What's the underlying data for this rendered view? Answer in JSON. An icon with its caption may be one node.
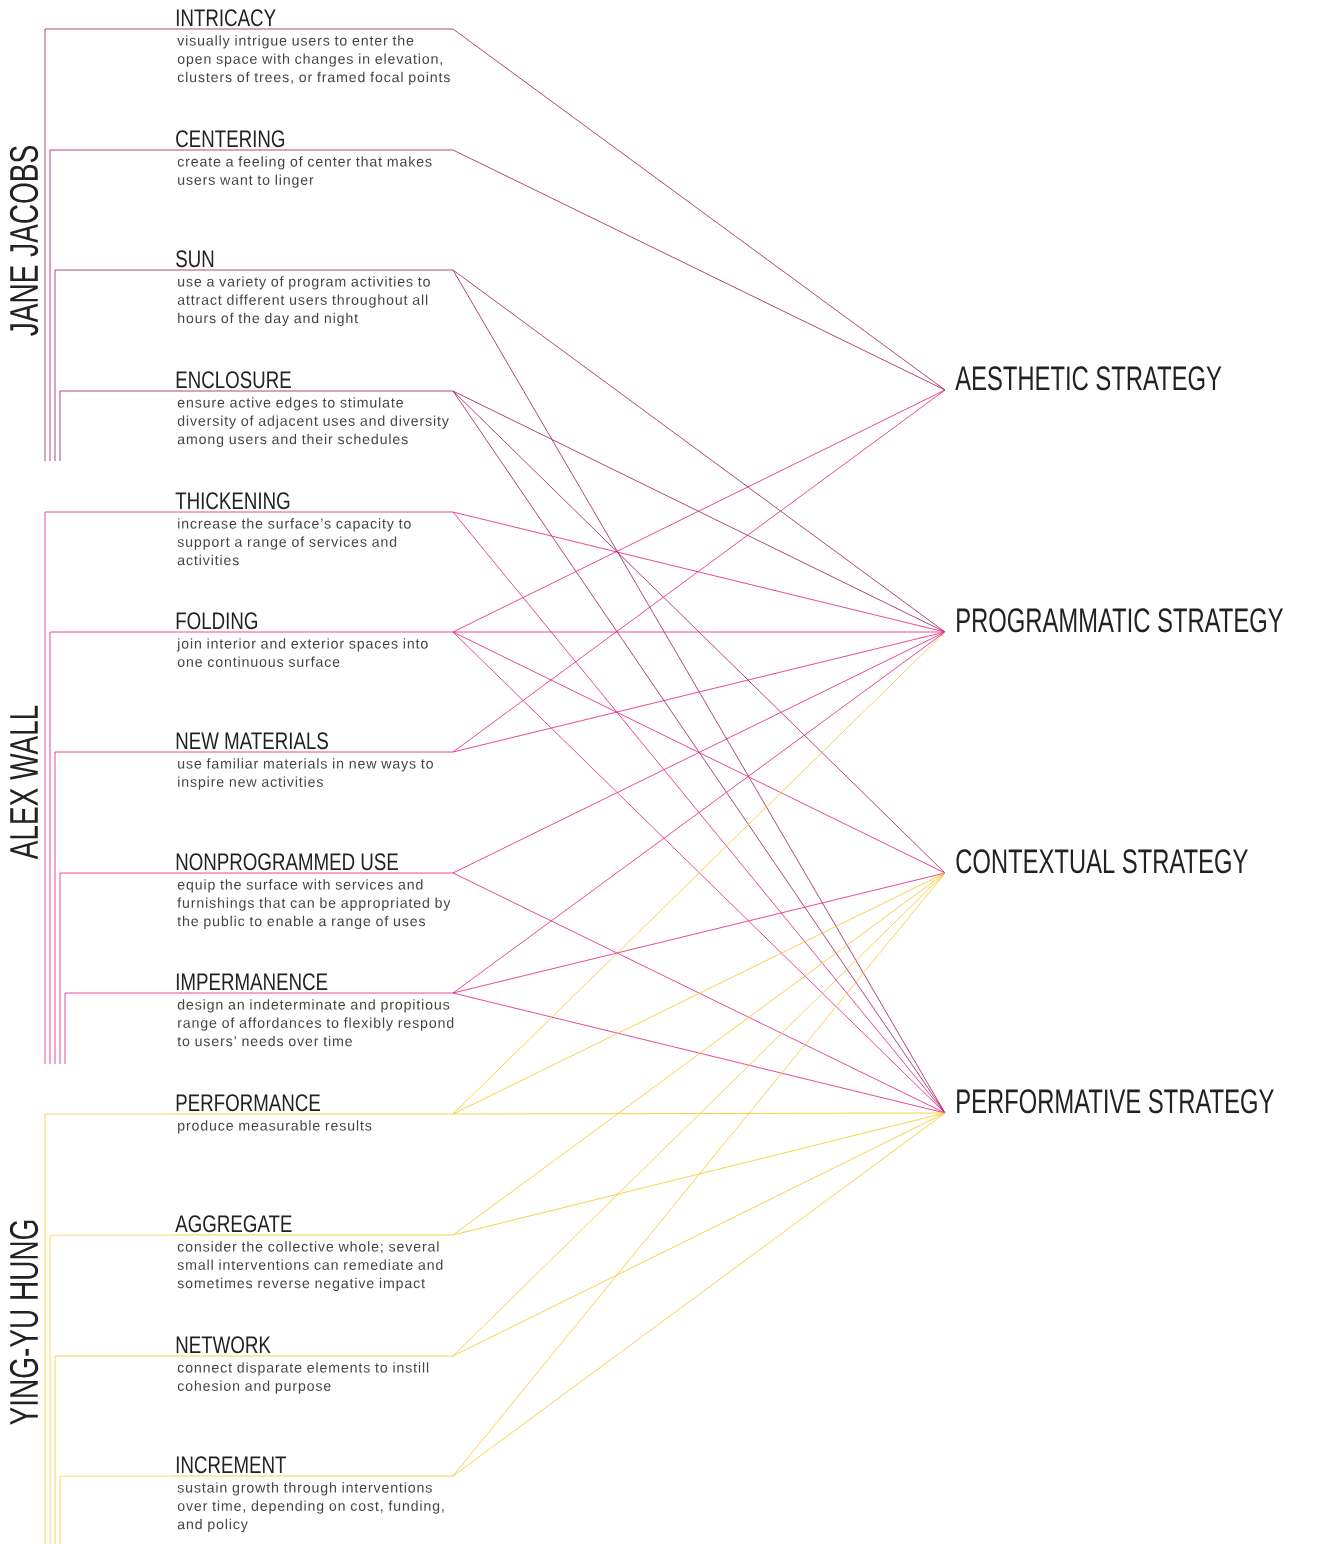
{
  "diagram": {
    "nodes": [
      {
        "text": [
          "JANE JACOBS"
        ]
      },
      {
        "text": [
          "INTRICACY",
          "visually intrigue users to enter the open space with changes in elevation, clusters of trees, or framed focal points"
        ]
      },
      {
        "text": [
          "CENTERING",
          "create a feeling of center that makes users want to linger"
        ]
      },
      {
        "text": [
          "SUN",
          "use a variety of program activities to attract different users throughout all hours of the day and night"
        ]
      },
      {
        "text": [
          "ENCLOSURE",
          "ensure active edges to stimulate diversity of adjacent uses and diversity among users and their schedules"
        ]
      },
      {
        "text": [
          "ALEX WALL"
        ]
      },
      {
        "text": [
          "THICKENING",
          "increase the surface’s capacity to support a range of services and activities"
        ]
      },
      {
        "text": [
          "FOLDING",
          "join interior and exterior spaces into one continuous surface"
        ]
      },
      {
        "text": [
          "NEW MATERIALS",
          "use familiar materials in new ways to inspire new activities"
        ]
      },
      {
        "text": [
          "NONPROGRAMMED USE",
          "equip the surface with services and furnishings that can be appropriated by the public to enable a range of uses"
        ]
      },
      {
        "text": [
          "IMPERMANENCE",
          "design an indeterminate and propitious range of affordances to flexibly respond to users’ needs over time"
        ]
      },
      {
        "text": [
          "YING-YU HUNG"
        ]
      },
      {
        "text": [
          "PERFORMANCE",
          "produce measurable results"
        ]
      },
      {
        "text": [
          "AGGREGATE",
          "consider the collective whole; several small interventions can remediate and sometimes reverse negative impact"
        ]
      },
      {
        "text": [
          "NETWORK",
          "connect disparate elements to instill cohesion and purpose"
        ]
      },
      {
        "text": [
          "INCREMENT",
          "sustain growth through interventions over time, depending on cost, funding, and policy"
        ]
      },
      {
        "text": [
          "AESTHETIC STRATEGY"
        ]
      },
      {
        "text": [
          "PROGRAMMATIC STRATEGY"
        ]
      },
      {
        "text": [
          "CONTEXTUAL STRATEGY"
        ]
      },
      {
        "text": [
          "PERFORMATIVE STRATEGY"
        ]
      }
    ],
    "edges": [
      {
        "from": 1,
        "to": 16,
        "arrow": "none",
        "color": "#a0175f"
      },
      {
        "from": 2,
        "to": 16,
        "arrow": "none",
        "color": "#a0175f"
      },
      {
        "from": 3,
        "to": 17,
        "arrow": "none",
        "color": "#a0175f"
      },
      {
        "from": 3,
        "to": 19,
        "arrow": "none",
        "color": "#a0175f"
      },
      {
        "from": 4,
        "to": 17,
        "arrow": "none",
        "color": "#a0175f"
      },
      {
        "from": 4,
        "to": 18,
        "arrow": "none",
        "color": "#a0175f"
      },
      {
        "from": 4,
        "to": 19,
        "arrow": "none",
        "color": "#a0175f"
      },
      {
        "from": 6,
        "to": 17,
        "arrow": "none"
      },
      {
        "from": 6,
        "to": 19,
        "arrow": "none"
      },
      {
        "from": 7,
        "to": 16,
        "arrow": "none"
      },
      {
        "from": 7,
        "to": 17,
        "arrow": "none"
      },
      {
        "from": 7,
        "to": 18,
        "arrow": "none"
      },
      {
        "from": 7,
        "to": 19,
        "arrow": "none"
      },
      {
        "from": 8,
        "to": 16,
        "arrow": "none"
      },
      {
        "from": 8,
        "to": 17,
        "arrow": "none"
      },
      {
        "from": 9,
        "to": 17,
        "arrow": "none"
      },
      {
        "from": 9,
        "to": 19,
        "arrow": "none"
      },
      {
        "from": 10,
        "to": 17,
        "arrow": "none"
      },
      {
        "from": 10,
        "to": 18,
        "arrow": "none"
      },
      {
        "from": 10,
        "to": 19,
        "arrow": "none"
      },
      {
        "from": 12,
        "to": 17,
        "arrow": "none",
        "color": "#f7c51e"
      },
      {
        "from": 12,
        "to": 18,
        "arrow": "none",
        "color": "#f7c51e"
      },
      {
        "from": 12,
        "to": 19,
        "arrow": "none",
        "color": "#f7c51e"
      },
      {
        "from": 13,
        "to": 18,
        "arrow": "none",
        "color": "#f7c51e"
      },
      {
        "from": 13,
        "to": 19,
        "arrow": "none",
        "color": "#f7c51e"
      },
      {
        "from": 14,
        "to": 18,
        "arrow": "none",
        "color": "#f7c51e"
      },
      {
        "from": 14,
        "to": 19,
        "arrow": "none",
        "color": "#f7c51e"
      },
      {
        "from": 15,
        "to": 18,
        "arrow": "none",
        "color": "#f7c51e"
      },
      {
        "from": 15,
        "to": 19,
        "arrow": "none",
        "color": "#f7c51e"
      }
    ]
  }
}
